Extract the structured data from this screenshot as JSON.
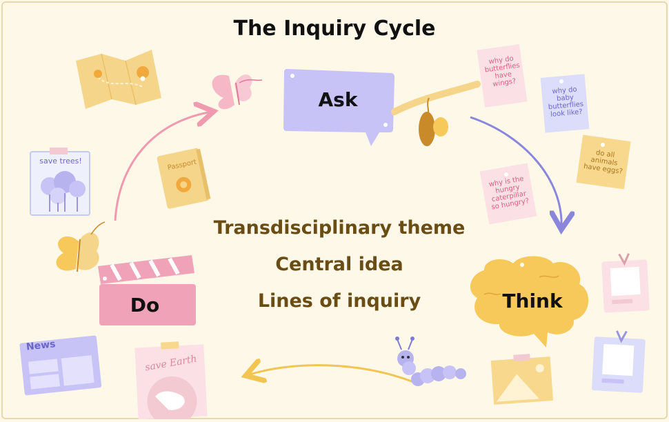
{
  "title": "The Inquiry Cycle",
  "stages": {
    "ask": "Ask",
    "think": "Think",
    "do": "Do"
  },
  "center_lines": [
    "Transdisciplinary theme",
    "Central idea",
    "Lines of inquiry"
  ],
  "question_notes": [
    "why do butterflies have wings?",
    "why do baby butterflies look like?",
    "do all animals have eggs?",
    "why is the hungry caterpillar so hungry?"
  ],
  "decorations": {
    "save_trees": "save trees!",
    "passport": "Passport",
    "news": "News",
    "save_earth": "save Earth"
  },
  "colors": {
    "ask_bubble": "#c7c3f7",
    "think_bubble": "#f7c85a",
    "do_board": "#f0a3b8",
    "arrow_pink": "#ef9aae",
    "arrow_blue": "#8a86dc",
    "arrow_yellow": "#f2c451",
    "center_text": "#6a4d14"
  }
}
